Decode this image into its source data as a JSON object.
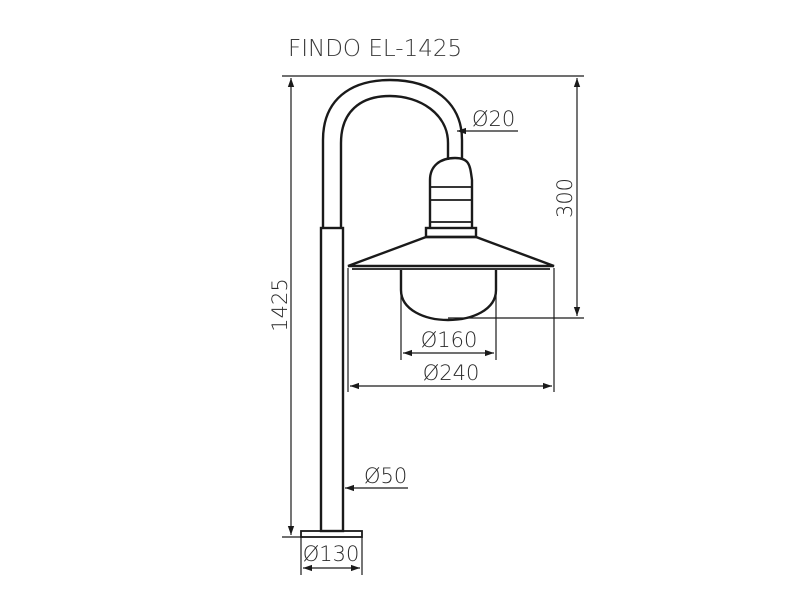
{
  "title": "FINDO EL-1425",
  "dimensions": {
    "total_height": "1425",
    "arm_height": "300",
    "arm_diameter": "Ø20",
    "globe_diameter": "Ø160",
    "shade_diameter": "Ø240",
    "pole_diameter": "Ø50",
    "base_diameter": "Ø130"
  }
}
